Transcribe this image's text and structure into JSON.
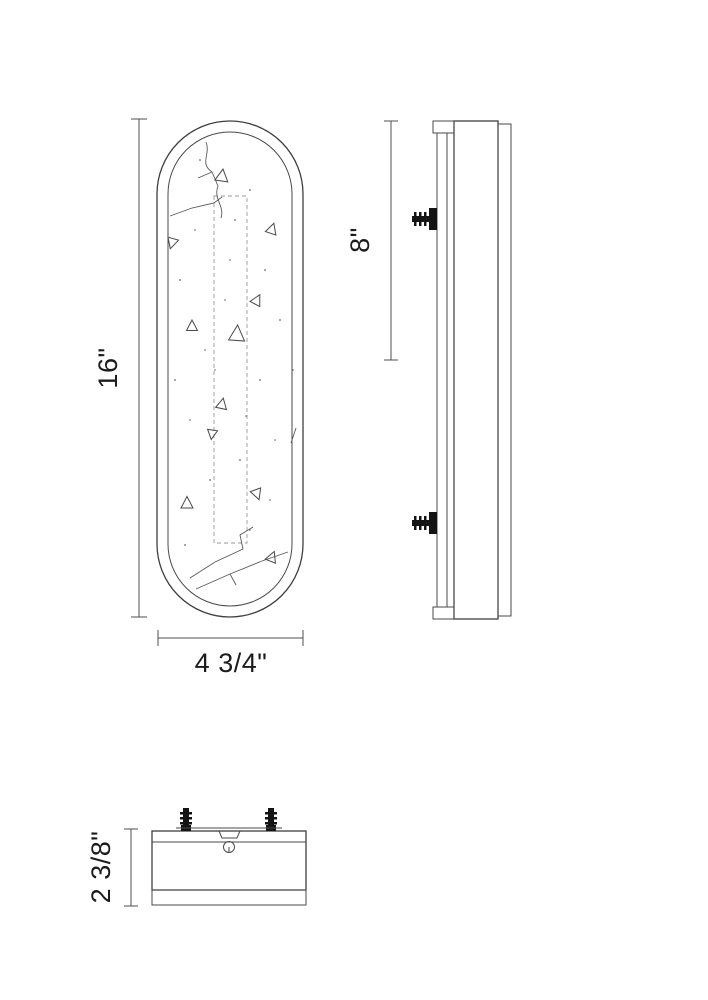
{
  "drawing": {
    "dims": {
      "front_height": "16\"",
      "front_width": "4 3/4\"",
      "side_mount": "8\"",
      "depth": "2 3/8\""
    },
    "colors": {
      "line": "#3f3f3f",
      "dim_text": "#1c1c1c",
      "background": "#ffffff"
    },
    "icons": {
      "front_view": "oval-fixture-front-view",
      "side_view": "fixture-side-profile-view",
      "bottom_view": "fixture-bottom-section-view"
    }
  }
}
